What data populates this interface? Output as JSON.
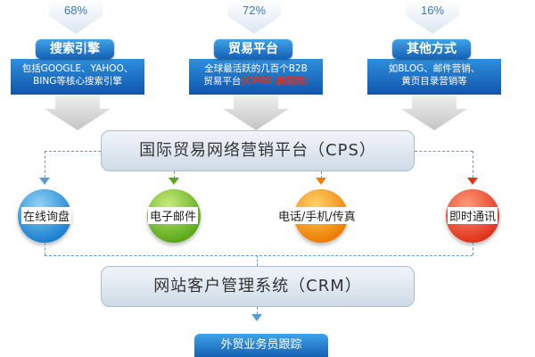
{
  "sources": [
    {
      "percent": "68%",
      "title": "搜索引擎",
      "line1": "包括GOOGLE、YAHOO、",
      "line2": "BING等核心搜索引擎",
      "highlight": ""
    },
    {
      "percent": "72%",
      "title": "贸易平台",
      "line1": "全球最活跃的几百个B2B",
      "line2": "贸易平台",
      "highlight": "(CPBE 美商网)"
    },
    {
      "percent": "16%",
      "title": "其他方式",
      "line1": "如BLOG、邮件营销、",
      "line2": "黄页目录营销等",
      "highlight": ""
    }
  ],
  "platform": {
    "label": "国际贸易网络营销平台（CPS）"
  },
  "channels": [
    {
      "label": "在线询盘",
      "color_top": "#8fd3f5",
      "color_bottom": "#1a7fd0"
    },
    {
      "label": "电子邮件",
      "color_top": "#c8ec7a",
      "color_bottom": "#5aa81a"
    },
    {
      "label": "电话/手机/传真",
      "color_top": "#ffd36b",
      "color_bottom": "#ee7c00"
    },
    {
      "label": "即时通讯",
      "color_top": "#ff9b7a",
      "color_bottom": "#e0331a"
    }
  ],
  "crm": {
    "label": "网站客户管理系统（CRM）"
  },
  "followup": {
    "label": "外贸业务员跟踪"
  },
  "colors": {
    "blue": "#1560b5",
    "highlight": "#e0331a",
    "arrow_grey": "#cfcfcf"
  }
}
